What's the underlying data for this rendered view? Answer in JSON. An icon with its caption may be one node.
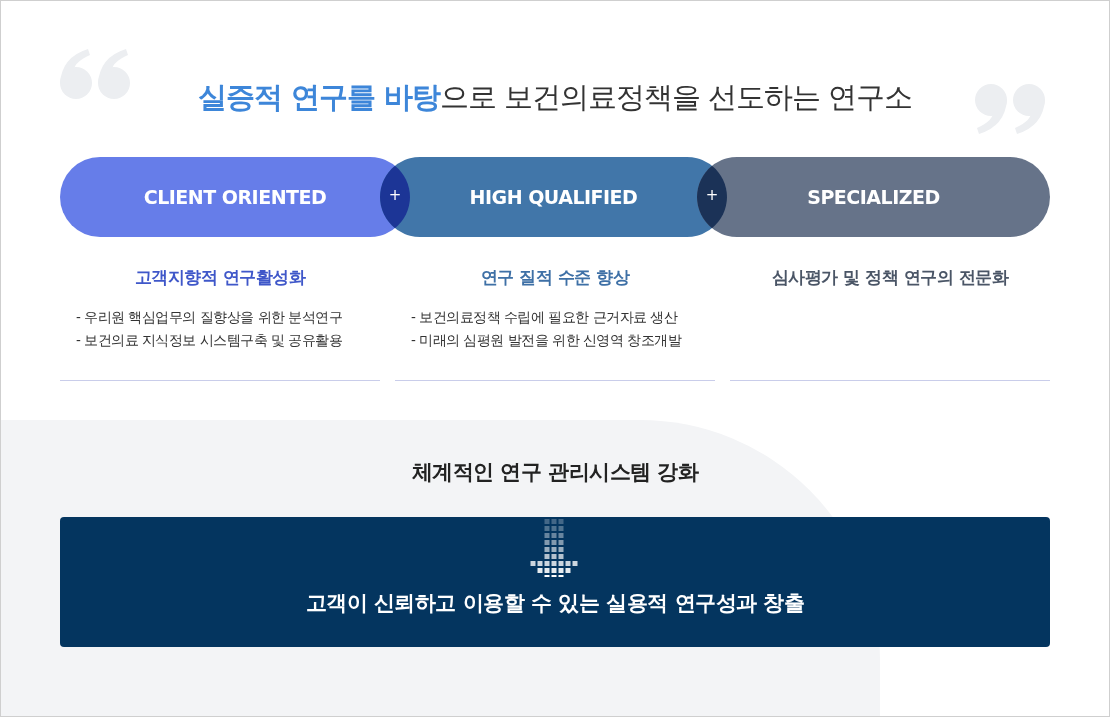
{
  "diagram": {
    "title": "**실증적 연구를 바탕**으로 보건의료정책을 선도하는 연구소",
    "nodes": [
      {
        "text": [
          "CLIENT ORIENTED"
        ],
        "beside": [
          "고객지향적 연구활성화",
          "- 우리원 핵심업무의 질향상을 위한 분석연구",
          "- 보건의료 지식정보 시스템구축 및 공유활용"
        ]
      },
      {
        "text": [
          "HIGH QUALIFIED"
        ],
        "beside": [
          "연구 질적 수준 향상",
          "- 보건의료정책 수립에 필요한 근거자료 생산",
          "- 미래의 심평원 발전을 위한 신영역 창조개발"
        ]
      },
      {
        "text": [
          "SPECIALIZED"
        ],
        "beside": [
          "심사평가 및 정책 연구의 전문화"
        ]
      },
      {
        "text": [
          "고객이 신뢰하고 이용할 수 있는 실용적 연구성과 창출"
        ]
      }
    ],
    "labels": [
      "+",
      "+",
      "체계적인 연구 관리시스템 강화"
    ]
  }
}
